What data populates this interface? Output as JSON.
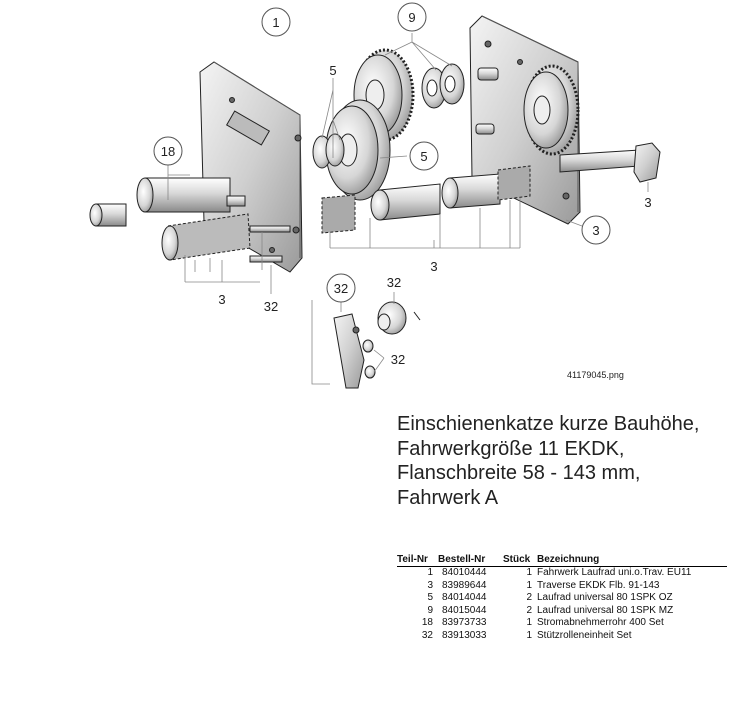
{
  "diagram": {
    "callouts": [
      {
        "id": "c1",
        "label": "1"
      },
      {
        "id": "c9",
        "label": "9"
      },
      {
        "id": "c5a",
        "label": "5"
      },
      {
        "id": "c5b",
        "label": "5"
      },
      {
        "id": "c18",
        "label": "18"
      },
      {
        "id": "c3a",
        "label": "3"
      },
      {
        "id": "c3b",
        "label": "3"
      },
      {
        "id": "c3c",
        "label": "3"
      },
      {
        "id": "c3d",
        "label": "3"
      },
      {
        "id": "c32a",
        "label": "32"
      },
      {
        "id": "c32b",
        "label": "32"
      },
      {
        "id": "c32c",
        "label": "32"
      },
      {
        "id": "c32d",
        "label": "32"
      }
    ],
    "filename": "41179045.png"
  },
  "title": {
    "lines": [
      "Einschienenkatze kurze Bauhöhe,",
      "Fahrwerkgröße 11 EKDK,",
      "Flanschbreite 58 - 143 mm,",
      "Fahrwerk A"
    ]
  },
  "parts_table": {
    "headers": [
      "Teil-Nr",
      "Bestell-Nr",
      "Stück",
      "Bezeichnung"
    ],
    "rows": [
      {
        "teil": "1",
        "bestell": "84010444",
        "stueck": "1",
        "bezeichnung": "Fahrwerk Laufrad uni.o.Trav. EU11"
      },
      {
        "teil": "3",
        "bestell": "83989644",
        "stueck": "1",
        "bezeichnung": "Traverse EKDK   Flb. 91-143"
      },
      {
        "teil": "5",
        "bestell": "84014044",
        "stueck": "2",
        "bezeichnung": "Laufrad universal  80 1SPK OZ"
      },
      {
        "teil": "9",
        "bestell": "84015044",
        "stueck": "2",
        "bezeichnung": "Laufrad universal  80 1SPK MZ"
      },
      {
        "teil": "18",
        "bestell": "83973733",
        "stueck": "1",
        "bezeichnung": "Stromabnehmerrohr 400 Set"
      },
      {
        "teil": "32",
        "bestell": "83913033",
        "stueck": "1",
        "bezeichnung": "Stützrolleneinheit  Set"
      }
    ]
  }
}
